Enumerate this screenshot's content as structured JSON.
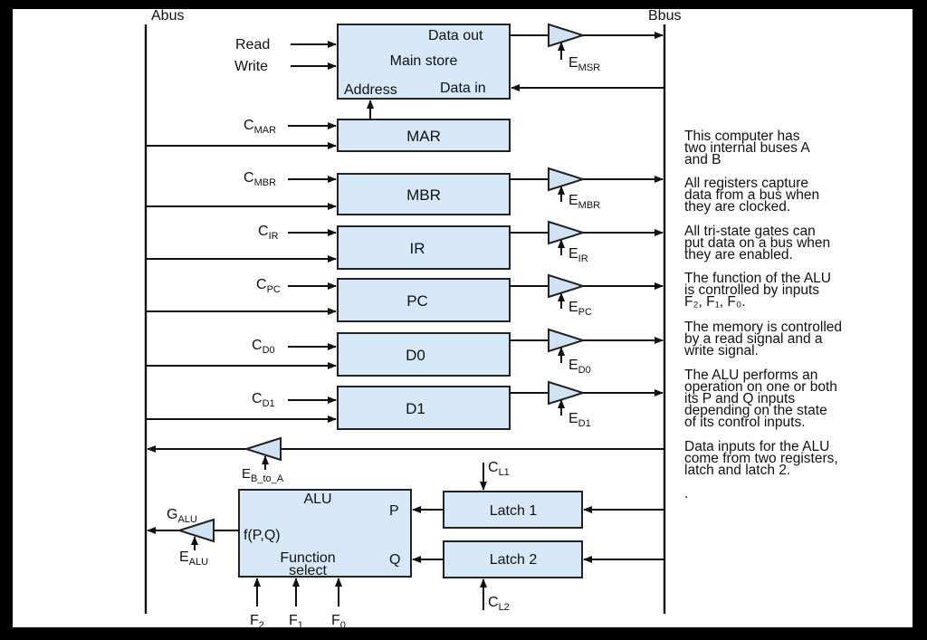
{
  "buses": {
    "a": "Abus",
    "b": "Bbus"
  },
  "main_store": {
    "title": "Main store",
    "data_out": "Data out",
    "data_in": "Data in",
    "address": "Address",
    "read": "Read",
    "write": "Write"
  },
  "registers": {
    "mar": "MAR",
    "mbr": "MBR",
    "ir": "IR",
    "pc": "PC",
    "d0": "D0",
    "d1": "D1"
  },
  "clocks": {
    "mar": {
      "base": "C",
      "sub": "MAR"
    },
    "mbr": {
      "base": "C",
      "sub": "MBR"
    },
    "ir": {
      "base": "C",
      "sub": "IR"
    },
    "pc": {
      "base": "C",
      "sub": "PC"
    },
    "d0": {
      "base": "C",
      "sub": "D0"
    },
    "d1": {
      "base": "C",
      "sub": "D1"
    },
    "l1": {
      "base": "C",
      "sub": "L1"
    },
    "l2": {
      "base": "C",
      "sub": "L2"
    }
  },
  "enables": {
    "msr": {
      "base": "E",
      "sub": "MSR"
    },
    "mbr": {
      "base": "E",
      "sub": "MBR"
    },
    "ir": {
      "base": "E",
      "sub": "IR"
    },
    "pc": {
      "base": "E",
      "sub": "PC"
    },
    "d0": {
      "base": "E",
      "sub": "D0"
    },
    "d1": {
      "base": "E",
      "sub": "D1"
    },
    "b_to_a": {
      "base": "E",
      "sub": "B_to_A"
    },
    "alu": {
      "base": "E",
      "sub": "ALU"
    },
    "galu": {
      "base": "G",
      "sub": "ALU"
    }
  },
  "alu": {
    "title": "ALU",
    "p": "P",
    "q": "Q",
    "func": "f(P,Q)",
    "fs1": "Function",
    "fs2": "select",
    "f2": {
      "base": "F",
      "sub": "2"
    },
    "f1": {
      "base": "F",
      "sub": "1"
    },
    "f0": {
      "base": "F",
      "sub": "0"
    }
  },
  "latches": {
    "l1": "Latch 1",
    "l2": "Latch 2"
  },
  "notes": [
    [
      "This computer has",
      "two internal buses A",
      "and B"
    ],
    [
      "All registers capture",
      "data from a bus when",
      "they are clocked."
    ],
    [
      "All tri-state gates can",
      "put data on a bus when",
      "they are enabled."
    ],
    [
      "The function of the ALU",
      "is controlled by inputs",
      "F₂, F₁, F₀."
    ],
    [
      "The memory is controlled",
      "by a read signal and a",
      "write signal."
    ],
    [
      "The ALU performs an",
      "operation on one or both",
      "its P and Q inputs",
      "depending on the state",
      "of its control inputs."
    ],
    [
      "Data inputs for the ALU",
      "come from two registers,",
      "latch  and latch 2."
    ]
  ],
  "trailing_mark": "."
}
